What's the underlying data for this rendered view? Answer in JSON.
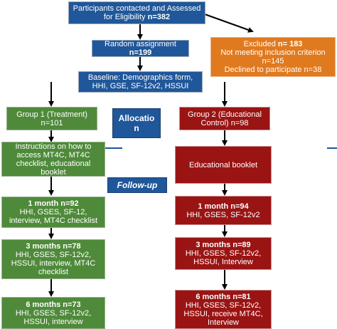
{
  "eligibility": {
    "text": "Participants contacted and Assessed",
    "text2": "for Eligibility ",
    "count": "n=382"
  },
  "randomisation": {
    "text": "Random assignment",
    "count": "n=199"
  },
  "baseline": {
    "line1": "Baseline: Demographics form,",
    "line2": "HHI, GSE, SF-12v2, HSSUI"
  },
  "excluded": {
    "title": "Excluded ",
    "count": "n= 183",
    "line2": "Not meeting inclusion criterion",
    "line3": "n=145",
    "line4": "Declined to participate n=38"
  },
  "allocation": {
    "line1": "Allocatio",
    "line2": "n"
  },
  "followup": {
    "label": "Follow-up"
  },
  "group1": {
    "title": "Group 1 (Treatment)",
    "count": "n=101",
    "intervention": [
      "Instructions on how to",
      "access MT4C, MT4C",
      "checklist, educational",
      "booklet"
    ],
    "m1": {
      "title": "1 month n=92",
      "lines": [
        "HHI, GSES, SF-12,",
        "interview, MT4C checklist"
      ]
    },
    "m3": {
      "title": "3 months n=78",
      "lines": [
        "HHI, GSES, SF-12v2,",
        "HSSUI, interview, MT4C",
        "checklist"
      ]
    },
    "m6": {
      "title": "6 months n=73",
      "lines": [
        "HHI, GSES, SF-12v2,",
        "HSSUI, interview"
      ]
    }
  },
  "group2": {
    "title": "Group 2 (Educational",
    "title2": "Control) n=98",
    "intervention": "Educational booklet",
    "m1": {
      "title": "1 month n=94",
      "lines": [
        "HHI, GSES, SF-12v2"
      ]
    },
    "m3": {
      "title": "3 months n=89",
      "lines": [
        "HHI, GSES, SF-12v2,",
        "HSSUI, Interview"
      ]
    },
    "m6": {
      "title": "6 months n=81",
      "lines": [
        "HHI, GSES, SF-12v2,",
        "HSSUI, receive MT4C,",
        "Interview"
      ]
    }
  },
  "colors": {
    "blue": "#20579a",
    "green": "#4f8a3a",
    "red": "#9a1414",
    "orange": "#e07a1f",
    "arrow": "#000000"
  }
}
